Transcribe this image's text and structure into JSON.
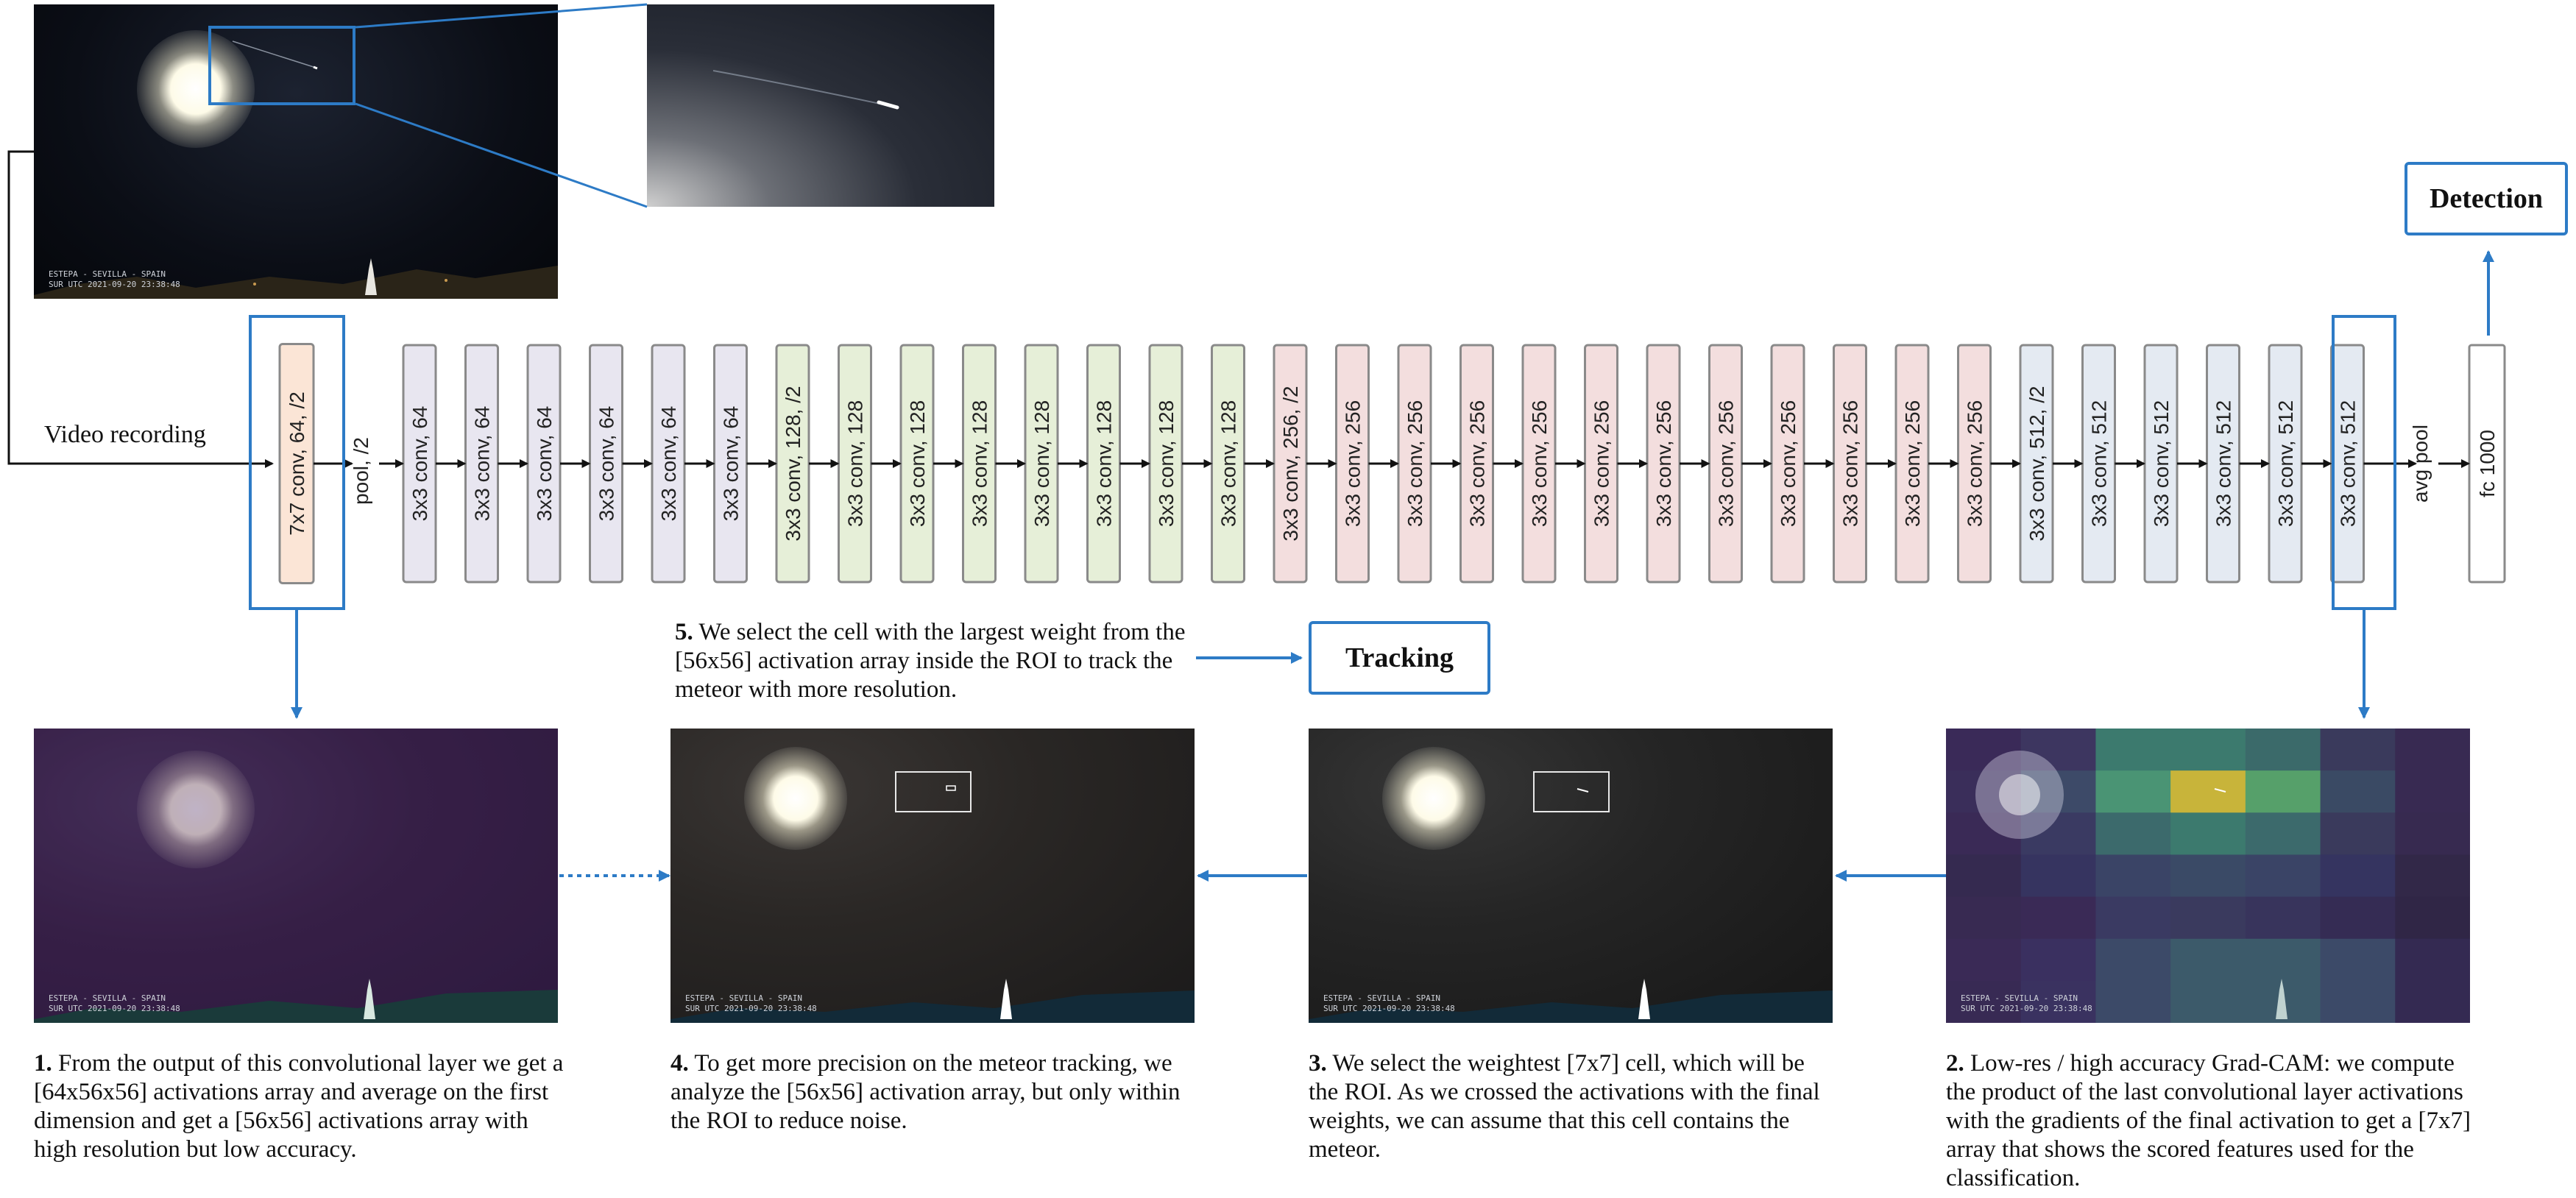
{
  "labels": {
    "video_recording": "Video recording",
    "pool": "pool, /2",
    "avg_pool": "avg pool",
    "detection": "Detection",
    "tracking": "Tracking"
  },
  "layers": [
    {
      "text": "7x7 conv, 64, /2",
      "fill": "#fbe5d6"
    },
    {
      "text": "3x3 conv, 64",
      "fill": "#e8e6f0"
    },
    {
      "text": "3x3 conv, 64",
      "fill": "#e8e6f0"
    },
    {
      "text": "3x3 conv, 64",
      "fill": "#e8e6f0"
    },
    {
      "text": "3x3 conv, 64",
      "fill": "#e8e6f0"
    },
    {
      "text": "3x3 conv, 64",
      "fill": "#e8e6f0"
    },
    {
      "text": "3x3 conv, 64",
      "fill": "#e8e6f0"
    },
    {
      "text": "3x3 conv, 128, /2",
      "fill": "#e6efd8"
    },
    {
      "text": "3x3 conv, 128",
      "fill": "#e6efd8"
    },
    {
      "text": "3x3 conv, 128",
      "fill": "#e6efd8"
    },
    {
      "text": "3x3 conv, 128",
      "fill": "#e6efd8"
    },
    {
      "text": "3x3 conv, 128",
      "fill": "#e6efd8"
    },
    {
      "text": "3x3 conv, 128",
      "fill": "#e6efd8"
    },
    {
      "text": "3x3 conv, 128",
      "fill": "#e6efd8"
    },
    {
      "text": "3x3 conv, 128",
      "fill": "#e6efd8"
    },
    {
      "text": "3x3 conv, 256, /2",
      "fill": "#f3dede"
    },
    {
      "text": "3x3 conv, 256",
      "fill": "#f3dede"
    },
    {
      "text": "3x3 conv, 256",
      "fill": "#f3dede"
    },
    {
      "text": "3x3 conv, 256",
      "fill": "#f3dede"
    },
    {
      "text": "3x3 conv, 256",
      "fill": "#f3dede"
    },
    {
      "text": "3x3 conv, 256",
      "fill": "#f3dede"
    },
    {
      "text": "3x3 conv, 256",
      "fill": "#f3dede"
    },
    {
      "text": "3x3 conv, 256",
      "fill": "#f3dede"
    },
    {
      "text": "3x3 conv, 256",
      "fill": "#f3dede"
    },
    {
      "text": "3x3 conv, 256",
      "fill": "#f3dede"
    },
    {
      "text": "3x3 conv, 256",
      "fill": "#f3dede"
    },
    {
      "text": "3x3 conv, 256",
      "fill": "#f3dede"
    },
    {
      "text": "3x3 conv, 512, /2",
      "fill": "#e4eaf2"
    },
    {
      "text": "3x3 conv, 512",
      "fill": "#e4eaf2"
    },
    {
      "text": "3x3 conv, 512",
      "fill": "#e4eaf2"
    },
    {
      "text": "3x3 conv, 512",
      "fill": "#e4eaf2"
    },
    {
      "text": "3x3 conv, 512",
      "fill": "#e4eaf2"
    },
    {
      "text": "3x3 conv, 512",
      "fill": "#e4eaf2"
    }
  ],
  "fc_layer": {
    "text": "fc 1000",
    "fill": "#ffffff"
  },
  "photo_stamp": {
    "line1": "ESTEPA - SEVILLA - SPAIN",
    "line2": "SUR      UTC  2021-09-20 23:38:48"
  },
  "steps": {
    "s1": {
      "num": "1.",
      "text": " From the output of this convolutional layer we get a [64x56x56] activations array and average on the first dimension and get a [56x56] activations array with high resolution but low accuracy."
    },
    "s2": {
      "num": "2.",
      "text": " Low-res / high accuracy Grad-CAM: we compute the product of the last convolutional layer activations with the gradients of the final activation to get a [7x7] array that shows the scored features used for the classification."
    },
    "s3": {
      "num": "3.",
      "text": " We select the weightest [7x7] cell, which will be the ROI. As we crossed the activations with the final weights, we can assume that this cell contains the meteor."
    },
    "s4": {
      "num": "4.",
      "text": " To get more precision on the meteor tracking, we analyze the [56x56] activation array, but only within the ROI to reduce noise."
    },
    "s5": {
      "num": "5.",
      "text": " We select the cell with the largest weight from the [56x56] activation array inside the ROI to track the meteor with more resolution."
    }
  },
  "colors": {
    "accent_blue": "#2d7bc6",
    "heat_yellow": "#c8b43a",
    "heat_green": "#3c8a6a"
  }
}
